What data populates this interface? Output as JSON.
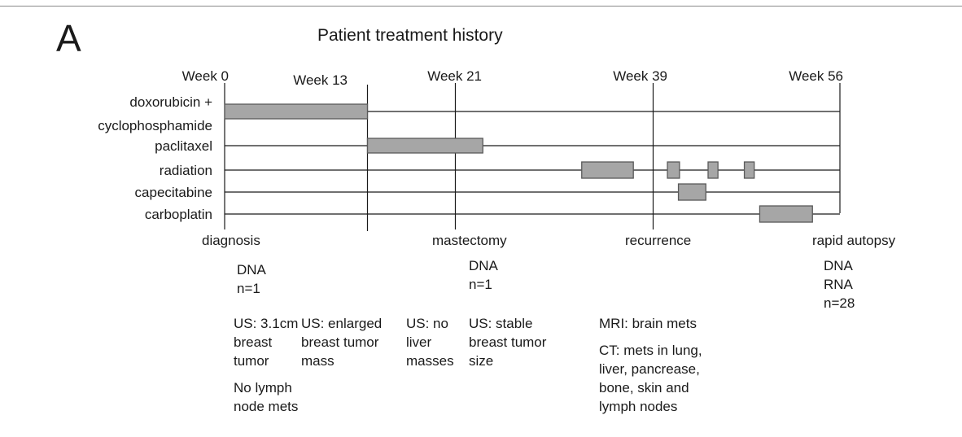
{
  "panel": {
    "letter": "A",
    "title": "Patient treatment history"
  },
  "weeks": [
    {
      "label": "Week 0",
      "week": 0
    },
    {
      "label": "Week 13",
      "week": 13
    },
    {
      "label": "Week 21",
      "week": 21
    },
    {
      "label": "Week 39",
      "week": 39
    },
    {
      "label": "Week 56",
      "week": 56
    }
  ],
  "treatments": [
    {
      "name": "doxorubicin +",
      "name2": "cyclophosphamide"
    },
    {
      "name": "paclitaxel"
    },
    {
      "name": "radiation"
    },
    {
      "name": "capecitabine"
    },
    {
      "name": "carboplatin"
    }
  ],
  "bars": [
    {
      "treatment": 0,
      "start": 0,
      "end": 13
    },
    {
      "treatment": 1,
      "start": 13,
      "end": 23.5
    },
    {
      "treatment": 2,
      "start": 32.5,
      "end": 37.2
    },
    {
      "treatment": 2,
      "start": 40.3,
      "end": 41.4
    },
    {
      "treatment": 2,
      "start": 44,
      "end": 44.9
    },
    {
      "treatment": 2,
      "start": 47.3,
      "end": 48.2
    },
    {
      "treatment": 3,
      "start": 41.3,
      "end": 43.8
    },
    {
      "treatment": 4,
      "start": 48.7,
      "end": 53.5
    }
  ],
  "events": [
    {
      "label": "diagnosis",
      "week": 0
    },
    {
      "label": "mastectomy",
      "week": 21
    },
    {
      "label": "recurrence",
      "week": 39
    },
    {
      "label": "rapid autopsy",
      "week": 56
    }
  ],
  "samples": {
    "diagnosis": [
      "DNA",
      "n=1"
    ],
    "mastectomy": [
      "DNA",
      "n=1"
    ],
    "autopsy": [
      "DNA",
      "RNA",
      "n=28"
    ]
  },
  "findings": {
    "us1": [
      "US: 3.1cm",
      "breast",
      "tumor"
    ],
    "us1_extra": [
      "No lymph",
      "node mets"
    ],
    "us2": [
      "US: enlarged",
      "breast tumor",
      "mass"
    ],
    "us3": [
      "US: no",
      "liver",
      "masses"
    ],
    "us4": [
      "US: stable",
      "breast tumor",
      "size"
    ],
    "mri": [
      "MRI: brain mets"
    ],
    "ct": [
      "CT: mets in lung,",
      "liver, pancrease,",
      "bone, skin and",
      "lymph nodes"
    ]
  },
  "colors": {
    "bar_fill": "#a6a6a6",
    "bar_stroke": "#5a5a5a",
    "line": "#1a1a1a"
  }
}
